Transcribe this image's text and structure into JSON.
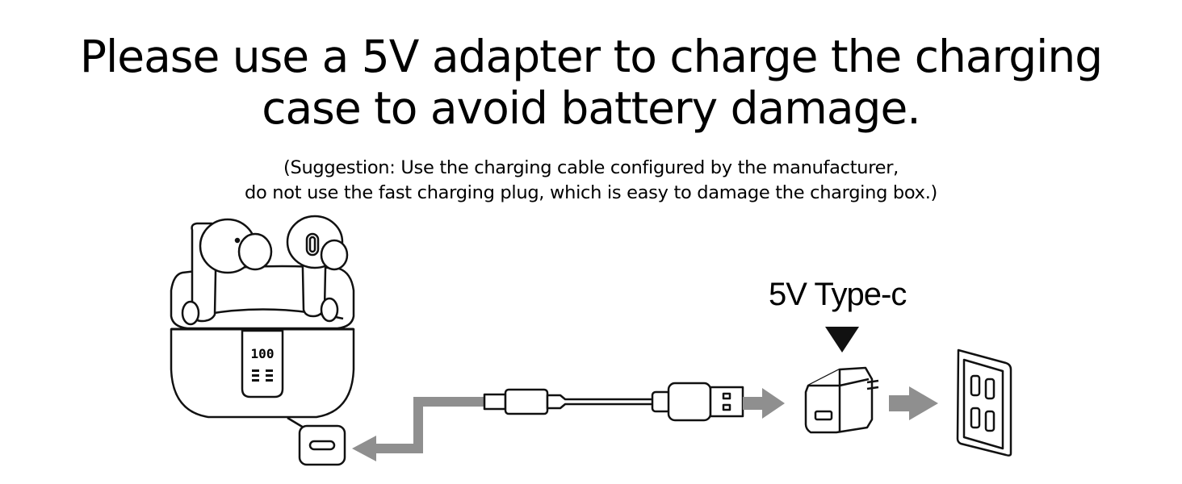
{
  "headline": {
    "line1": "Please use a 5V adapter to charge the charging",
    "line2": "case to avoid battery damage."
  },
  "suggestion": {
    "line1": "(Suggestion: Use the charging cable configured by the manufacturer,",
    "line2": "do not use the fast charging plug, which is easy to damage the charging box.)"
  },
  "adapter_label": "5V Type-c",
  "case_display": "100",
  "colors": {
    "arrow": "#8f8f8f",
    "line": "#111111",
    "background": "#ffffff"
  },
  "icons": [
    "earbuds-case-icon",
    "usb-c-port-icon",
    "usb-cable-icon",
    "wall-adapter-icon",
    "wall-outlet-icon",
    "flow-arrow-icon",
    "down-triangle-icon"
  ]
}
